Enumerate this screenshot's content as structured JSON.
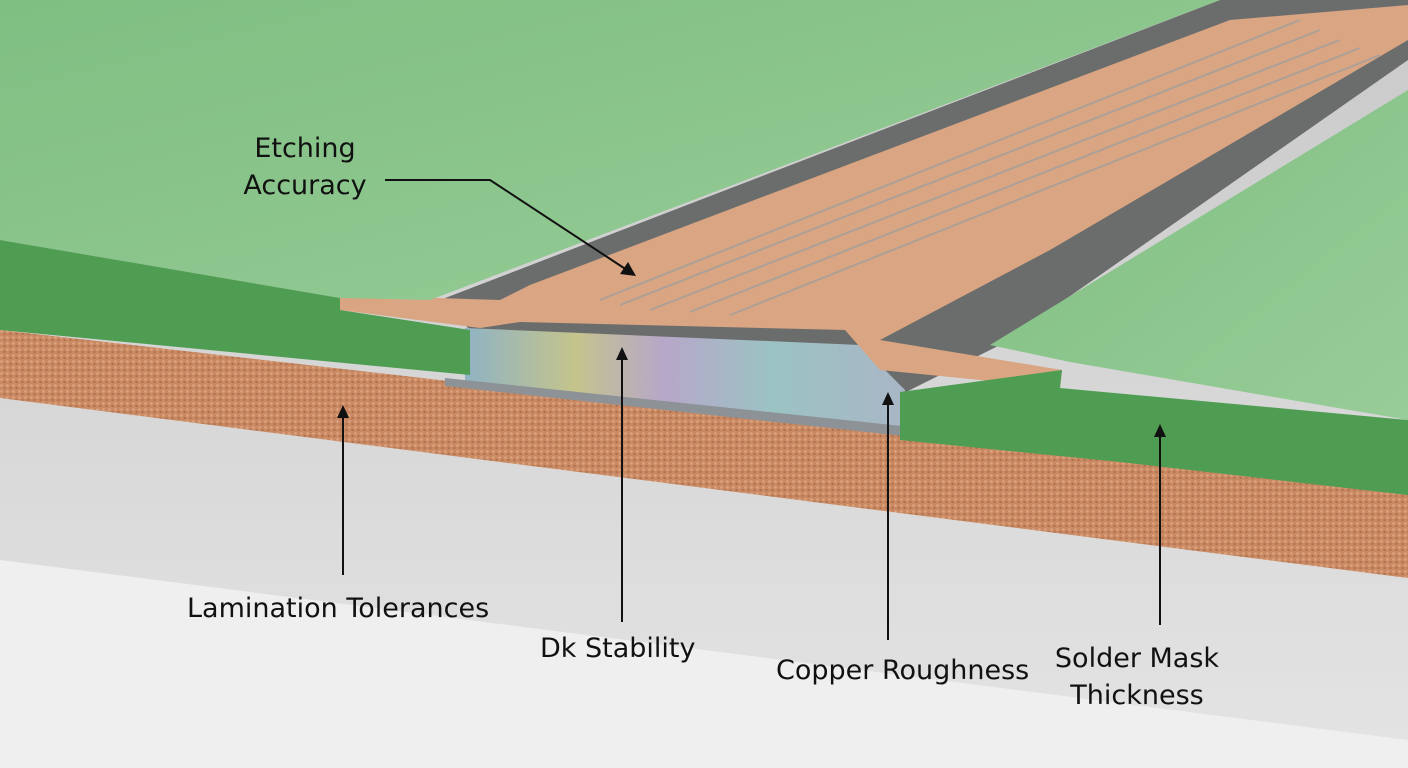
{
  "labels": {
    "etching": [
      "Etching",
      "Accuracy"
    ],
    "lamination": "Lamination Tolerances",
    "dk": "Dk Stability",
    "copper": "Copper Roughness",
    "solder": [
      "Solder Mask",
      "Thickness"
    ]
  },
  "colors": {
    "solder_mask": "#5faa5e",
    "solder_mask_top": "#8cc48c",
    "copper": "#c98a63",
    "trace": "#d9a583",
    "channel": "#6b6d6c",
    "floor": "#d4d4d4"
  }
}
